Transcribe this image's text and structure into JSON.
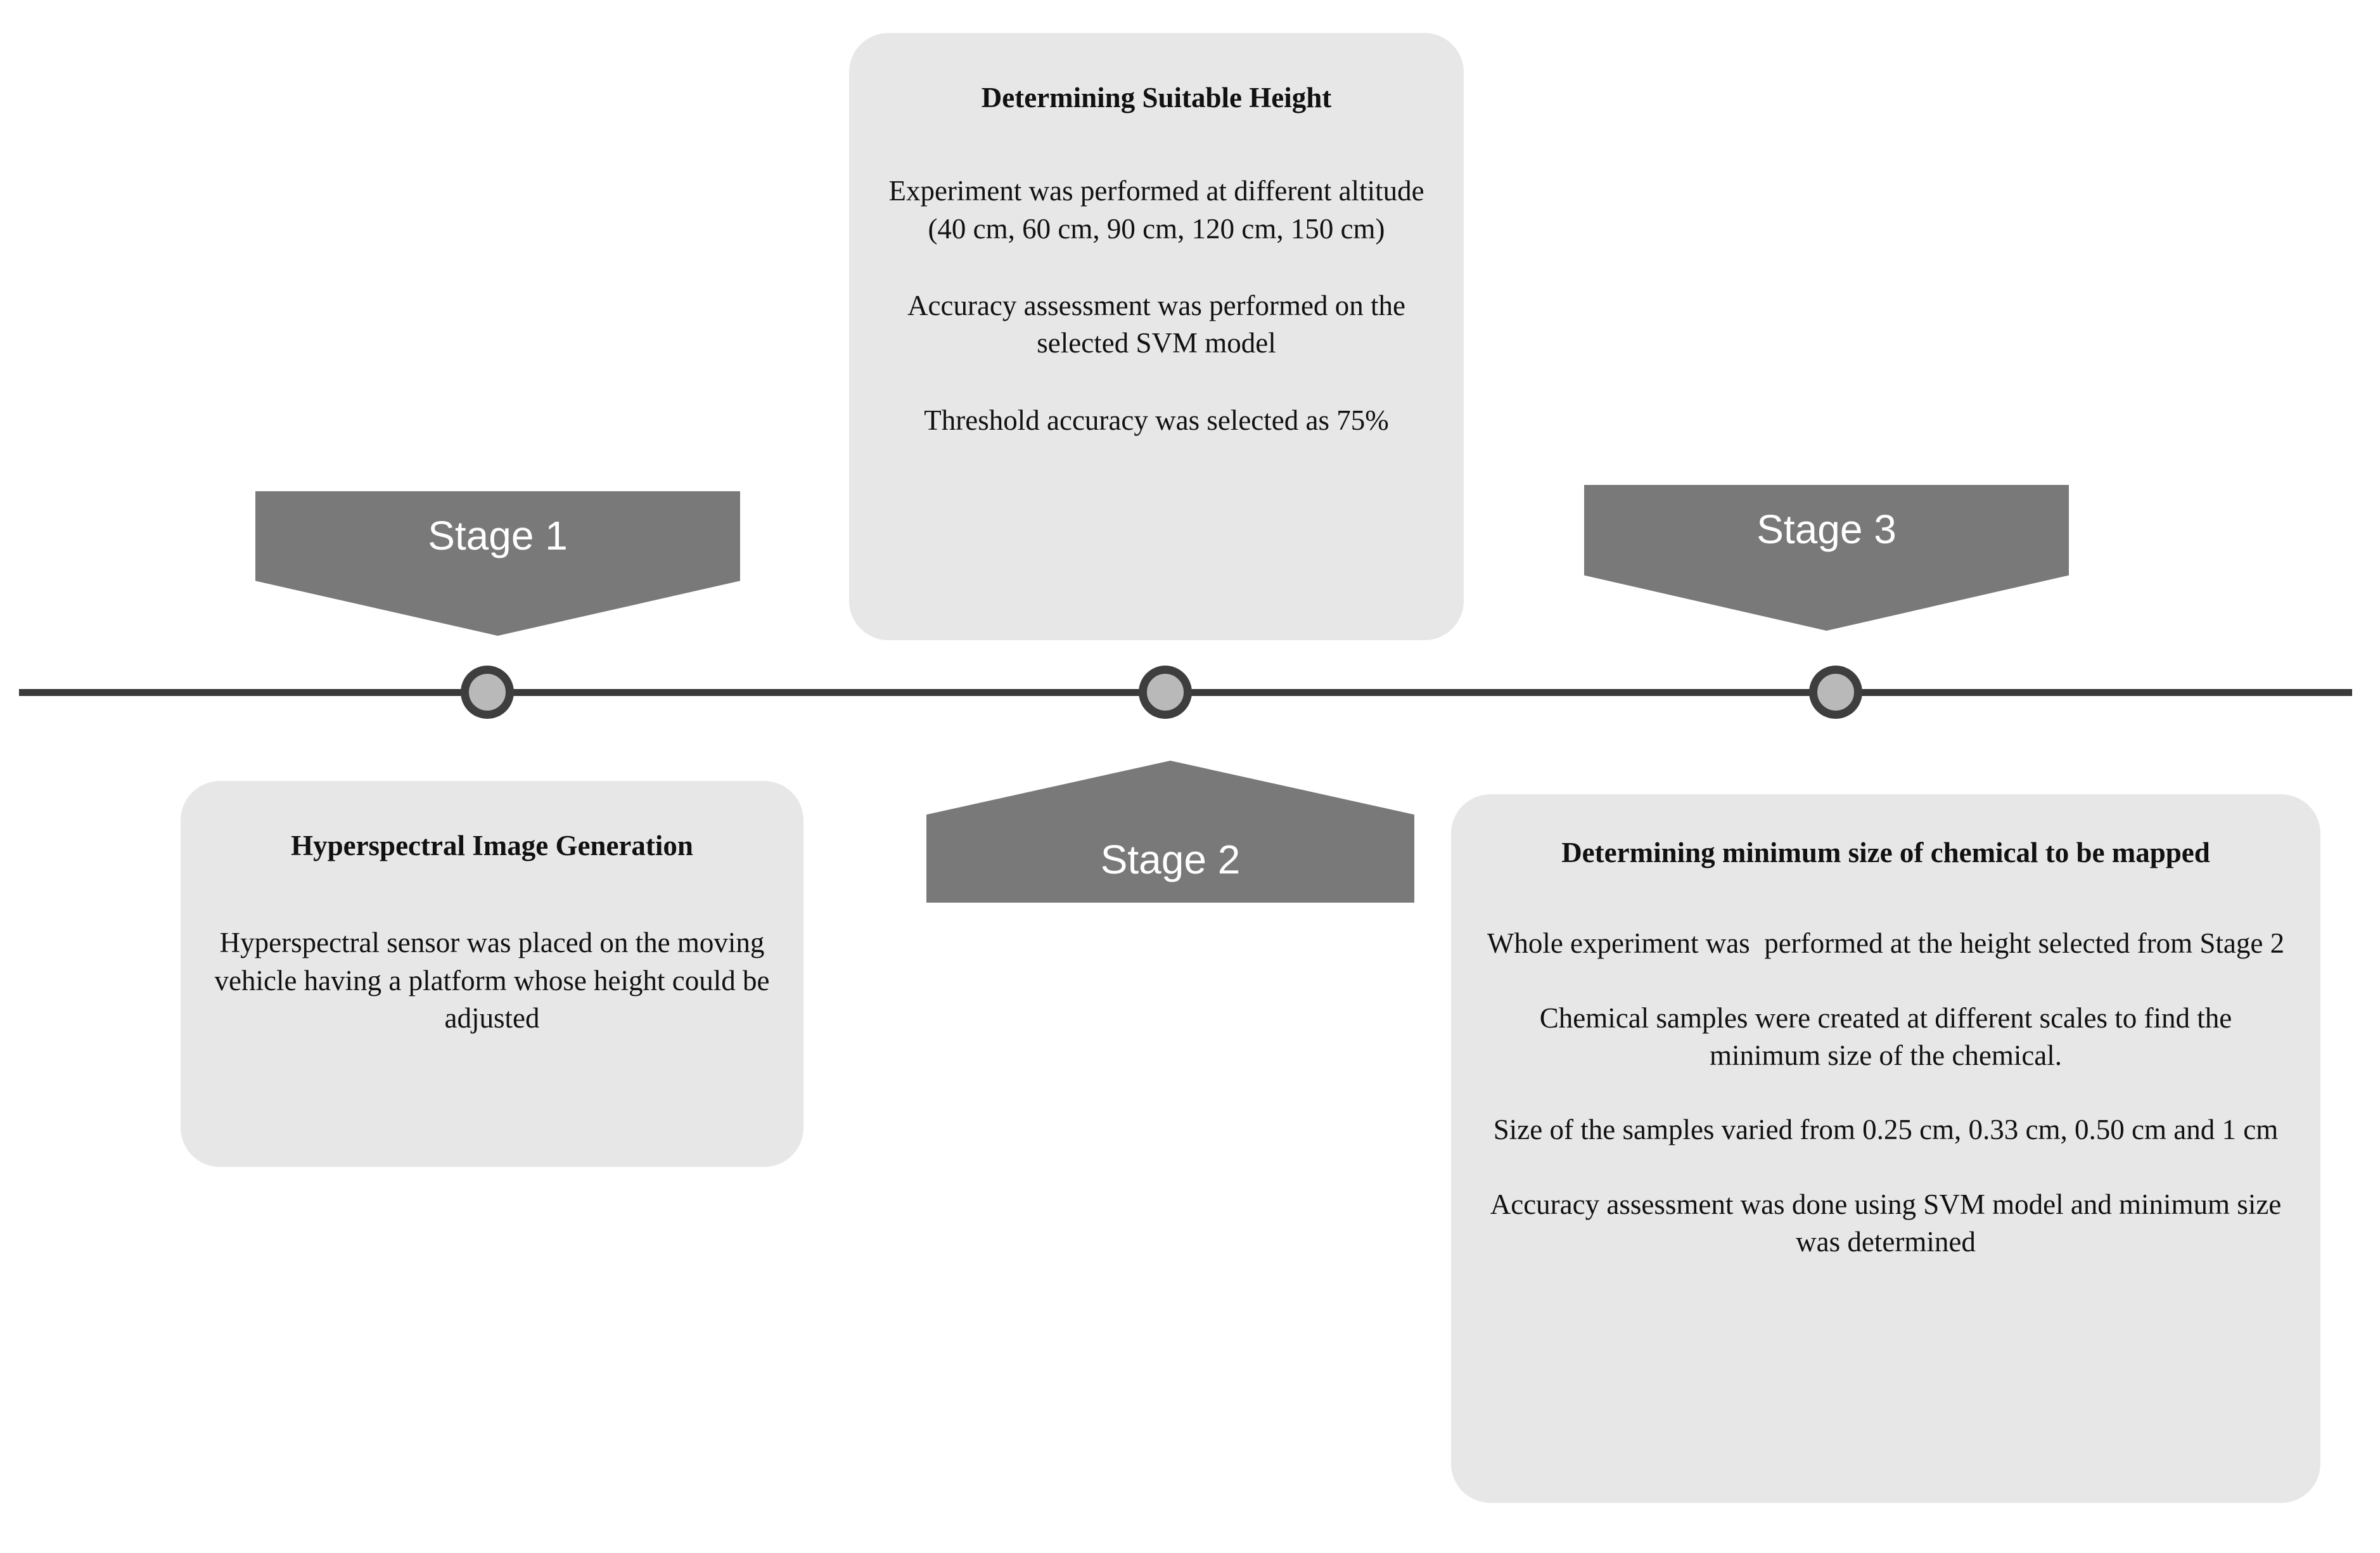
{
  "diagram": {
    "type": "horizontal-timeline",
    "title": "Three stage experimental workflow timeline",
    "colors": {
      "banner_fill": "#797979",
      "banner_text": "#ffffff",
      "card_fill": "#e7e7e7",
      "card_text": "#111111",
      "axis_line": "#3a3a3a",
      "marker_fill": "#b9b9b9",
      "marker_border": "#3e3e3e",
      "page_background": "#ffffff"
    },
    "axis": {
      "orientation": "horizontal",
      "marker_count": 3
    },
    "stages": [
      {
        "id": "stage-1",
        "banner_label": "Stage 1",
        "banner_shape": "pentagon-pointing-down",
        "banner_position": "above-axis",
        "card_position": "below-axis",
        "card_title": "Hyperspectral Image Generation",
        "card_paragraphs": [
          "Hyperspectral sensor was placed on the moving vehicle having a platform whose height could be adjusted"
        ]
      },
      {
        "id": "stage-2",
        "banner_label": "Stage 2",
        "banner_shape": "pentagon-pointing-up",
        "banner_position": "below-axis",
        "card_position": "above-axis",
        "card_title": "Determining Suitable Height",
        "card_paragraphs": [
          "Experiment was performed at different altitude (40 cm, 60 cm, 90 cm, 120 cm, 150 cm)",
          "Accuracy assessment was performed on the selected SVM model",
          "Threshold accuracy was selected as 75%"
        ]
      },
      {
        "id": "stage-3",
        "banner_label": "Stage 3",
        "banner_shape": "pentagon-pointing-down",
        "banner_position": "above-axis",
        "card_position": "below-axis",
        "card_title": "Determining minimum size of chemical to be mapped",
        "card_paragraphs": [
          "Whole experiment was  performed at the height selected from Stage 2",
          "Chemical samples were created at different scales to find the minimum size of the chemical.",
          "Size of the samples varied from 0.25 cm, 0.33 cm, 0.50 cm and 1 cm",
          "Accuracy assessment was done using SVM model and minimum size was determined"
        ]
      }
    ]
  }
}
